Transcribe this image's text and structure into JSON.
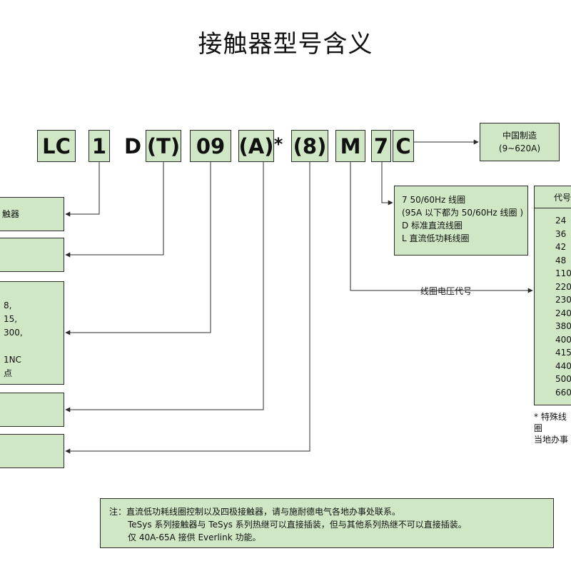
{
  "title": "接触器型号含义",
  "codes": {
    "lc": "LC",
    "one": "1",
    "d": "D",
    "t": "(T)",
    "n09": "09",
    "a": "(A)",
    "star": "*",
    "eight": "(8)",
    "m": "M",
    "seven": "7",
    "c": "C"
  },
  "china_box": {
    "line1": "中国制造",
    "line2": "(9~620A)"
  },
  "coil_box": [
    "7 50/60Hz 线圈",
    "(95A 以下都为 50/60Hz 线圈 )",
    "D 标准直流线圈",
    "L 直流低功耗线圈"
  ],
  "coil_voltage_label": "线圈电压代号",
  "table": {
    "header": "代号",
    "values": [
      "24",
      "36",
      "42",
      "48",
      "110",
      "220",
      "230",
      "240",
      "380",
      "400",
      "415",
      "440",
      "500",
      "660"
    ]
  },
  "table_note": [
    "* 特殊线圈",
    "当地办事"
  ],
  "left_boxes": {
    "b1": "触器",
    "b3": [
      "8,",
      "15,",
      "300,",
      "",
      "1NC",
      "点"
    ]
  },
  "note": [
    "注：直流低功耗线圈控制以及四极接触器，请与施耐德电气各地办事处联系。",
    "TeSys 系列接触器与 TeSys 系列热继可以直接插装，但与其他系列热继不可以直接插装。",
    "仅 40A-65A 接供 Everlink 功能。"
  ]
}
